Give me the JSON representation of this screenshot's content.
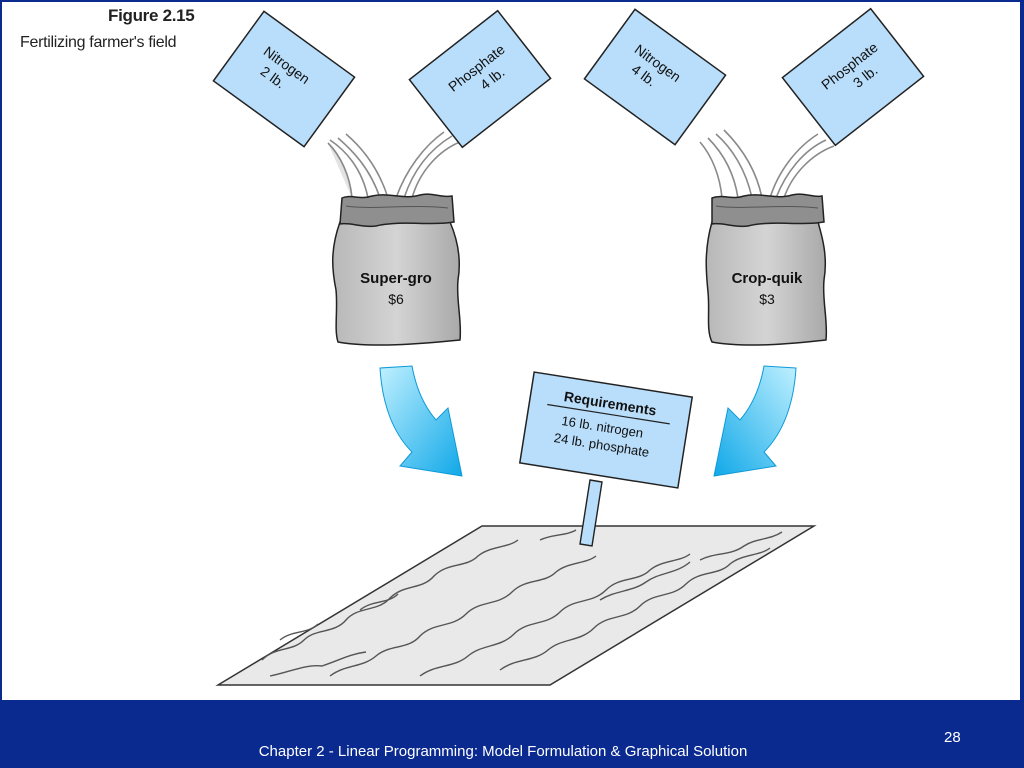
{
  "figure": {
    "number": "Figure 2.15",
    "caption": "Fertilizing farmer's field"
  },
  "products": [
    {
      "name": "Super-gro",
      "price": "$6",
      "nitrogen": {
        "label": "Nitrogen",
        "amount": "2 lb."
      },
      "phosphate": {
        "label": "Phosphate",
        "amount": "4 lb."
      }
    },
    {
      "name": "Crop-quik",
      "price": "$3",
      "nitrogen": {
        "label": "Nitrogen",
        "amount": "4 lb."
      },
      "phosphate": {
        "label": "Phosphate",
        "amount": "3 lb."
      }
    }
  ],
  "requirements": {
    "title": "Requirements",
    "lines": [
      "16 lb. nitrogen",
      "24 lb. phosphate"
    ]
  },
  "footer": {
    "text": "Chapter 2 - Linear Programming:  Model Formulation & Graphical Solution",
    "page_number": "28"
  },
  "colors": {
    "slide_blue": "#0b2a8f",
    "box_fill": "#b9defb",
    "bag_fill": "#c6c6c6",
    "arrow_light": "#9ee4fb",
    "arrow_dark": "#1bb3ee",
    "field_fill": "#e9e9e9"
  }
}
